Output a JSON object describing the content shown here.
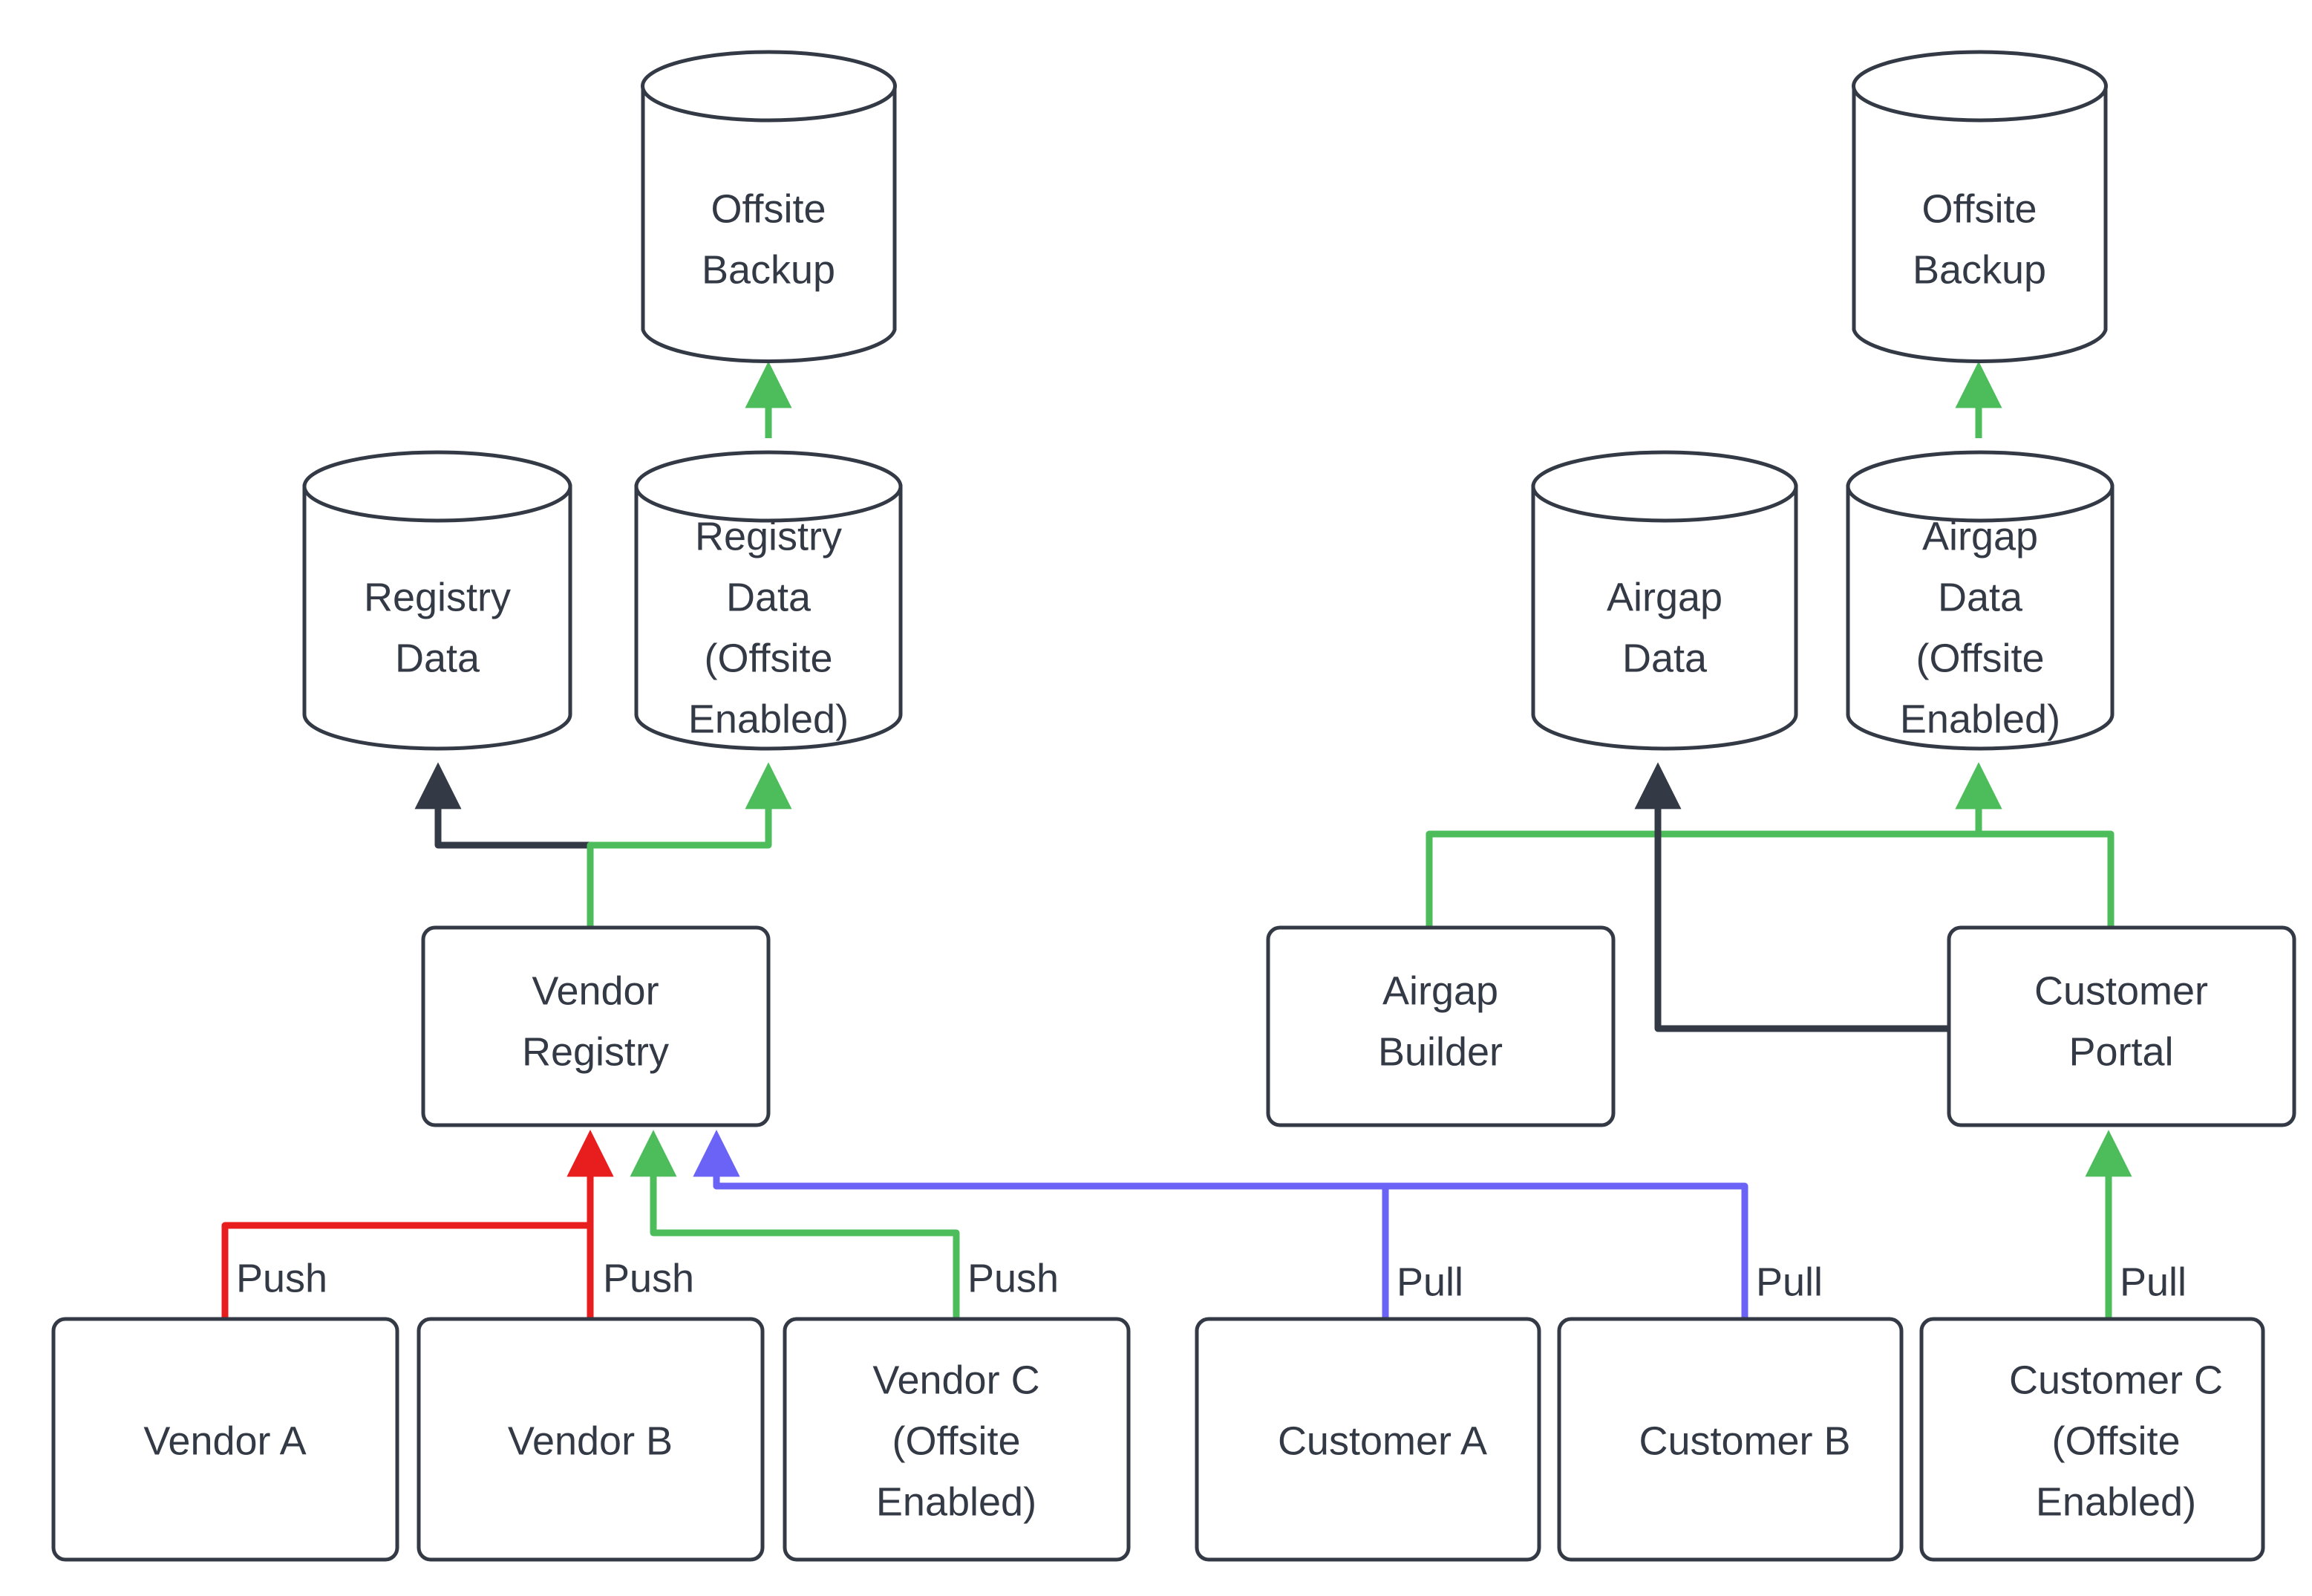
{
  "diagram": {
    "type": "flowchart",
    "title": "",
    "background_color": "#ffffff",
    "colors": {
      "node_stroke": "#333a45",
      "node_fill": "#ffffff",
      "text": "#333a45",
      "edge_default": "#333a45",
      "edge_red": "#e81d1d",
      "edge_green": "#4dbd5c",
      "edge_blue": "#6a63f5"
    }
  },
  "nodes": {
    "offsite_backup_left": {
      "label_line1": "Offsite",
      "label_line2": "Backup",
      "shape": "cylinder"
    },
    "offsite_backup_right": {
      "label_line1": "Offsite",
      "label_line2": "Backup",
      "shape": "cylinder"
    },
    "registry_data": {
      "label_line1": "Registry",
      "label_line2": "Data",
      "shape": "cylinder"
    },
    "registry_data_offsite": {
      "label_line1": "Registry",
      "label_line2": "Data",
      "label_line3": "(Offsite",
      "label_line4": "Enabled)",
      "shape": "cylinder"
    },
    "airgap_data": {
      "label_line1": "Airgap",
      "label_line2": "Data",
      "shape": "cylinder"
    },
    "airgap_data_offsite": {
      "label_line1": "Airgap",
      "label_line2": "Data",
      "label_line3": "(Offsite",
      "label_line4": "Enabled)",
      "shape": "cylinder"
    },
    "vendor_registry": {
      "label_line1": "Vendor",
      "label_line2": "Registry",
      "shape": "rounded-rect"
    },
    "airgap_builder": {
      "label_line1": "Airgap",
      "label_line2": "Builder",
      "shape": "rounded-rect"
    },
    "customer_portal": {
      "label_line1": "Customer",
      "label_line2": "Portal",
      "shape": "rounded-rect"
    },
    "vendor_a": {
      "label_line1": "Vendor A",
      "shape": "rounded-rect"
    },
    "vendor_b": {
      "label_line1": "Vendor B",
      "shape": "rounded-rect"
    },
    "vendor_c": {
      "label_line1": "Vendor C",
      "label_line2": "(Offsite",
      "label_line3": "Enabled)",
      "shape": "rounded-rect"
    },
    "customer_a": {
      "label_line1": "Customer A",
      "shape": "rounded-rect"
    },
    "customer_b": {
      "label_line1": "Customer B",
      "shape": "rounded-rect"
    },
    "customer_c": {
      "label_line1": "Customer C",
      "label_line2": "(Offsite",
      "label_line3": "Enabled)",
      "shape": "rounded-rect"
    }
  },
  "edge_labels": {
    "push_a": "Push",
    "push_b": "Push",
    "push_c": "Push",
    "pull_a": "Pull",
    "pull_b": "Pull",
    "pull_c": "Pull"
  },
  "edges": [
    {
      "from": "vendor_a",
      "to": "vendor_registry",
      "label": "Push",
      "color": "#e81d1d"
    },
    {
      "from": "vendor_b",
      "to": "vendor_registry",
      "label": "Push",
      "color": "#e81d1d"
    },
    {
      "from": "vendor_c",
      "to": "vendor_registry",
      "label": "Push",
      "color": "#4dbd5c"
    },
    {
      "from": "customer_a",
      "to": "vendor_registry",
      "label": "Pull",
      "color": "#6a63f5"
    },
    {
      "from": "customer_b",
      "to": "vendor_registry",
      "label": "Pull",
      "color": "#6a63f5"
    },
    {
      "from": "customer_c",
      "to": "customer_portal",
      "label": "Pull",
      "color": "#4dbd5c"
    },
    {
      "from": "vendor_registry",
      "to": "registry_data",
      "label": "",
      "color": "#333a45"
    },
    {
      "from": "vendor_registry",
      "to": "registry_data_offsite",
      "label": "",
      "color": "#4dbd5c"
    },
    {
      "from": "registry_data_offsite",
      "to": "offsite_backup_left",
      "label": "",
      "color": "#4dbd5c"
    },
    {
      "from": "customer_portal",
      "to": "airgap_data",
      "label": "",
      "color": "#333a45"
    },
    {
      "from": "airgap_builder",
      "to": "airgap_data_offsite",
      "label": "",
      "color": "#4dbd5c"
    },
    {
      "from": "customer_portal",
      "to": "airgap_data_offsite",
      "label": "",
      "color": "#4dbd5c"
    },
    {
      "from": "airgap_data_offsite",
      "to": "offsite_backup_right",
      "label": "",
      "color": "#4dbd5c"
    }
  ]
}
